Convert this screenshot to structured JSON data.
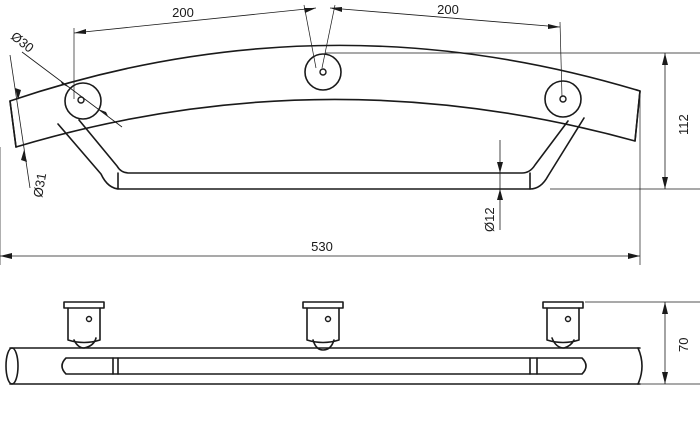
{
  "drawing": {
    "dimensions": {
      "spacing_left": "200",
      "spacing_right": "200",
      "overall_width": "530",
      "height": "112",
      "depth": "70",
      "rosette_diameter": "Ø30",
      "tube_diameter": "Ø31",
      "rail_diameter": "Ø12"
    }
  }
}
